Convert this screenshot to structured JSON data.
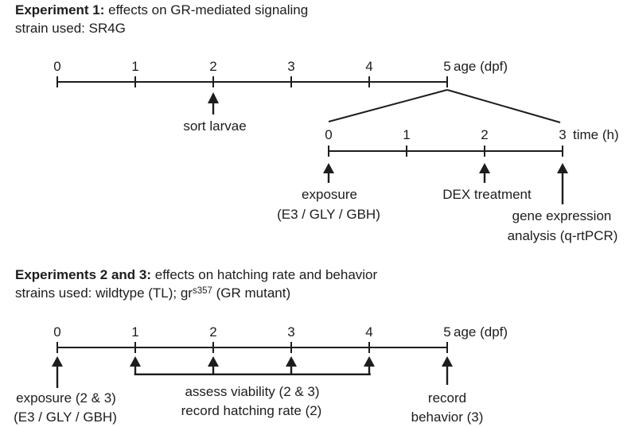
{
  "figure": {
    "background_color": "#ffffff",
    "ink_color": "#1d1d1b"
  },
  "experiment1": {
    "title_bold": "Experiment 1:",
    "title_rest": " effects on GR-mediated signaling",
    "strain_label": "strain used: SR4G",
    "age_axis": {
      "unit": "age (dpf)",
      "ticks": [
        "0",
        "1",
        "2",
        "3",
        "4",
        "5"
      ]
    },
    "sort_larvae_label": "sort larvae",
    "time_axis": {
      "unit": "time (h)",
      "ticks": [
        "0",
        "1",
        "2",
        "3"
      ]
    },
    "exposure_line1": "exposure",
    "exposure_line2": "(E3 / GLY / GBH)",
    "dex_label": "DEX treatment",
    "gene_line1": "gene expression",
    "gene_line2": "analysis (q-rtPCR)"
  },
  "experiments23": {
    "title_bold": "Experiments 2 and 3:",
    "title_rest": " effects on hatching rate and behavior",
    "strains_prefix": "strains used: wildtype (TL); gr",
    "strains_superscript": "s357",
    "strains_suffix": " (GR mutant)",
    "age_axis": {
      "unit": "age (dpf)",
      "ticks": [
        "0",
        "1",
        "2",
        "3",
        "4",
        "5"
      ]
    },
    "exposure_line1": "exposure (2 & 3)",
    "exposure_line2": "(E3 / GLY / GBH)",
    "viability_line1": "assess viability (2 & 3)",
    "viability_line2": "record hatching rate (2)",
    "behavior_line1": "record",
    "behavior_line2": "behavior (3)"
  }
}
